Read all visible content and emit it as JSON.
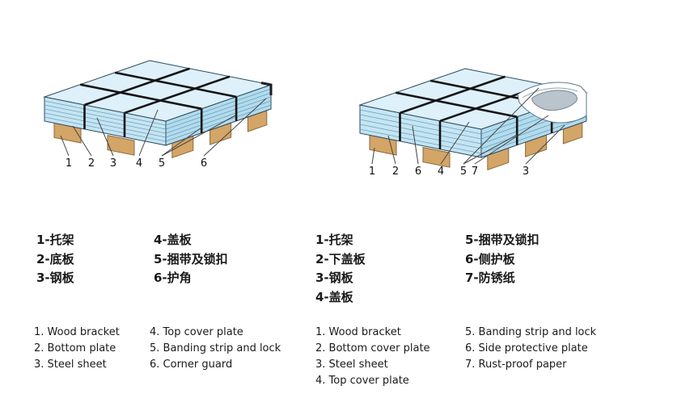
{
  "figures": {
    "left": {
      "callouts": [
        "1",
        "2",
        "3",
        "4",
        "5",
        "6"
      ]
    },
    "right": {
      "callouts": [
        "1",
        "2",
        "6",
        "4",
        "5",
        "7",
        "3"
      ]
    }
  },
  "legends": {
    "left_cn_col1": [
      "1-托架",
      "2-底板",
      "3-钢板"
    ],
    "left_cn_col2": [
      "4-盖板",
      "5-捆带及锁扣",
      "6-护角"
    ],
    "right_cn_col1": [
      "1-托架",
      "2-下盖板",
      "3-钢板",
      "4-盖板"
    ],
    "right_cn_col2": [
      "5-捆带及锁扣",
      "6-侧护板",
      "7-防锈纸"
    ],
    "left_en_col1": [
      "1. Wood bracket",
      "2. Bottom plate",
      "3. Steel sheet"
    ],
    "left_en_col2": [
      "4. Top cover plate",
      "5. Banding strip and lock",
      "6. Corner guard"
    ],
    "right_en_col1": [
      "1. Wood bracket",
      "2. Bottom cover plate",
      "3. Steel sheet",
      "4. Top cover plate"
    ],
    "right_en_col2": [
      "5. Banding strip and lock",
      "6. Side protective plate",
      "7. Rust-proof paper"
    ]
  },
  "colors": {
    "top_face": "#def0fa",
    "left_face": "#c4e5f3",
    "right_face": "#b2dcee",
    "sheet_line": "#5b8aa6",
    "strap": "#141414",
    "wood": "#d3a566",
    "wood_dark": "#8a6a3c",
    "paper": "#ffffff",
    "steel": "#b9c4cc",
    "outline": "#2e4a5e"
  }
}
